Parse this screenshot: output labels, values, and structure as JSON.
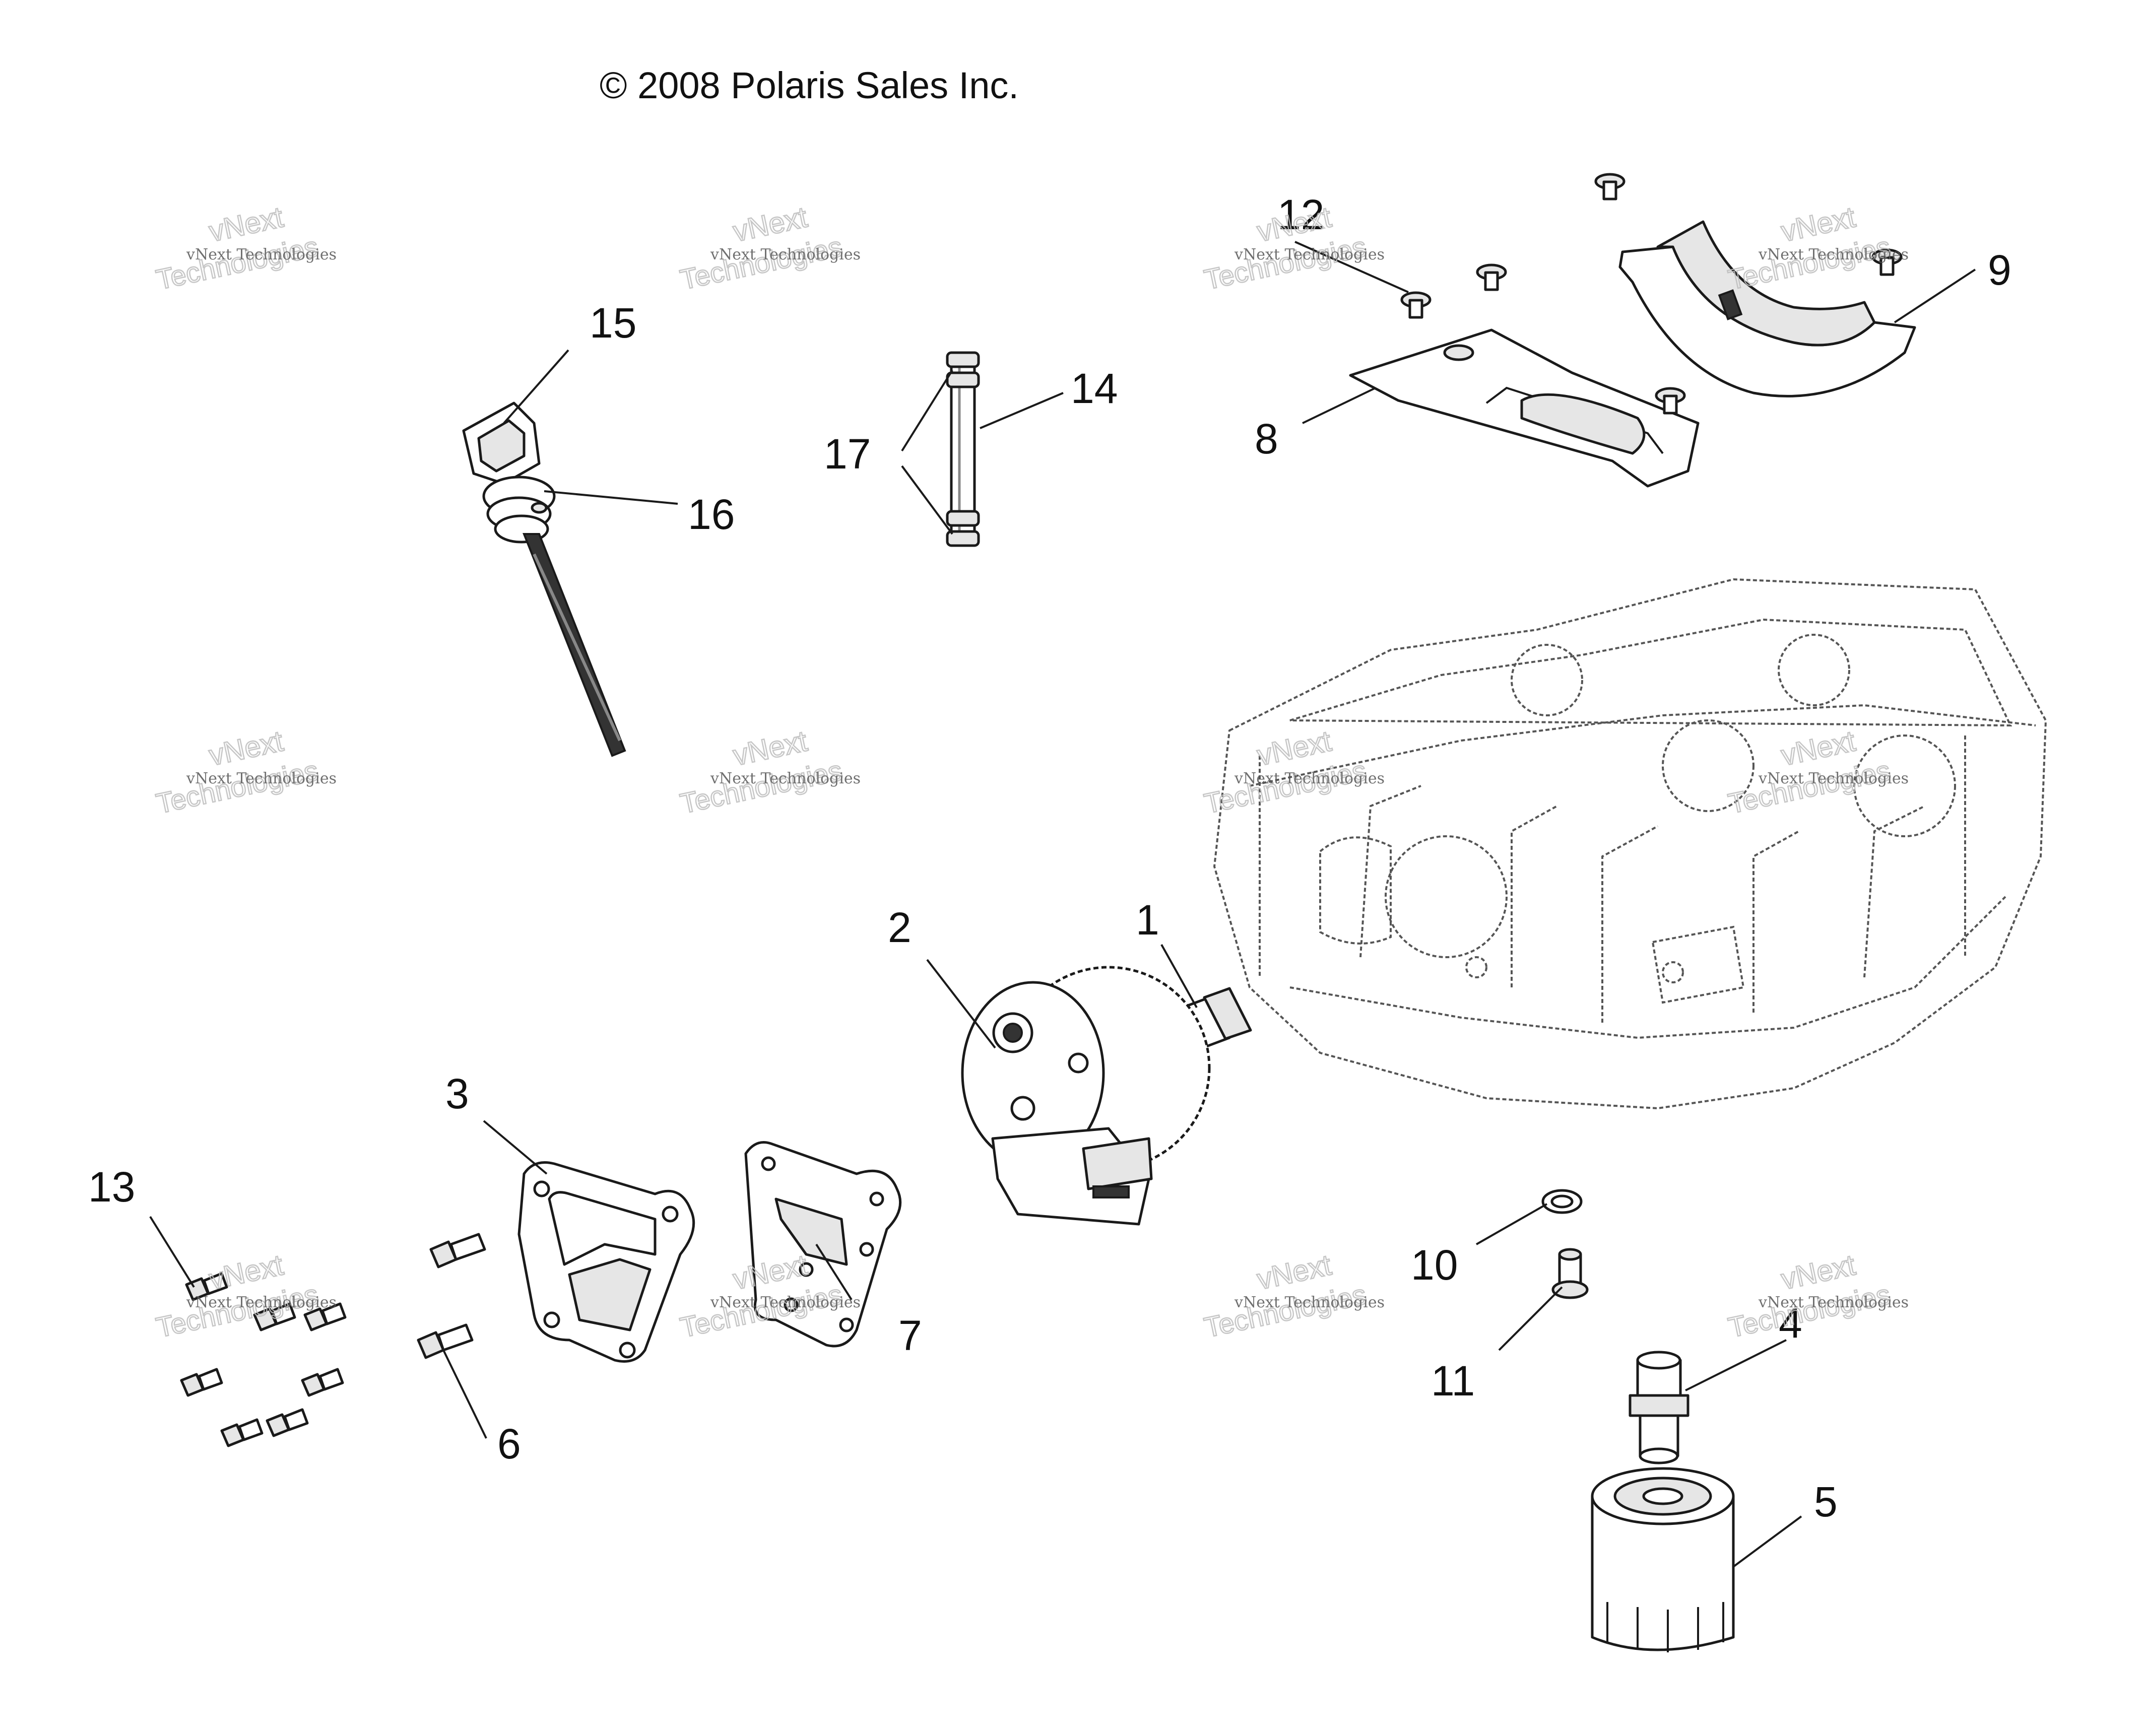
{
  "copyright": "© 2008 Polaris Sales Inc.",
  "watermark": {
    "line1": "vNext Technologies",
    "line2": "vNext",
    "line3": "Technologies"
  },
  "callouts": [
    "1",
    "2",
    "3",
    "4",
    "5",
    "6",
    "7",
    "8",
    "9",
    "10",
    "11",
    "12",
    "13",
    "14",
    "15",
    "16",
    "17"
  ],
  "parts": {
    "p1": "fitting-icon",
    "p2": "oil-pump-icon",
    "p3": "pump-cover-icon",
    "p4": "filter-stud-icon",
    "p5": "oil-filter-icon",
    "p6": "bolt-icon",
    "p7": "gasket-icon",
    "p8": "baffle-plate-icon",
    "p9": "bracket-icon",
    "p10": "washer-icon",
    "p11": "drain-plug-icon",
    "p12": "screw-icon",
    "p13": "bolt-set-icon",
    "p14": "tube-icon",
    "p15": "dipstick-icon",
    "p16": "o-ring-icon",
    "p17": "o-ring-pair-icon",
    "crankcase": "crankcase-icon"
  }
}
